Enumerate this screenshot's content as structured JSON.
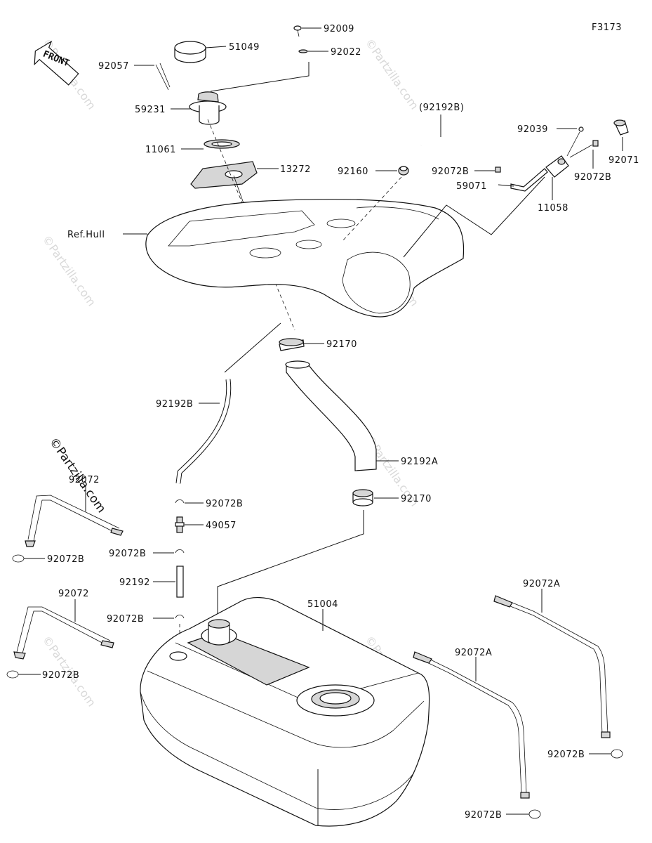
{
  "figure_code": "F3173",
  "front_label": "FRONT",
  "ref_label": "Ref.Hull",
  "watermark": "©Partzilla.com",
  "parts": [
    {
      "key": "92009",
      "label": "92009"
    },
    {
      "key": "51049",
      "label": "51049"
    },
    {
      "key": "92022",
      "label": "92022"
    },
    {
      "key": "92057",
      "label": "92057"
    },
    {
      "key": "59231",
      "label": "59231"
    },
    {
      "key": "11061",
      "label": "11061"
    },
    {
      "key": "13272",
      "label": "13272"
    },
    {
      "key": "92192B_paren",
      "label": "(92192B)"
    },
    {
      "key": "92039",
      "label": "92039"
    },
    {
      "key": "92071",
      "label": "92071"
    },
    {
      "key": "92160",
      "label": "92160"
    },
    {
      "key": "92072B_top",
      "label": "92072B"
    },
    {
      "key": "92072B_right",
      "label": "92072B"
    },
    {
      "key": "59071",
      "label": "59071"
    },
    {
      "key": "11058",
      "label": "11058"
    },
    {
      "key": "92170_top",
      "label": "92170"
    },
    {
      "key": "92192B",
      "label": "92192B"
    },
    {
      "key": "92192A",
      "label": "92192A"
    },
    {
      "key": "92072B_a",
      "label": "92072B"
    },
    {
      "key": "49057",
      "label": "49057"
    },
    {
      "key": "92170_bot",
      "label": "92170"
    },
    {
      "key": "92072B_b",
      "label": "92072B"
    },
    {
      "key": "92192",
      "label": "92192"
    },
    {
      "key": "92072B_c",
      "label": "92072B"
    },
    {
      "key": "51004",
      "label": "51004"
    },
    {
      "key": "92072_upper",
      "label": "92072"
    },
    {
      "key": "92072B_lu",
      "label": "92072B"
    },
    {
      "key": "92072_lower",
      "label": "92072"
    },
    {
      "key": "92072B_ll",
      "label": "92072B"
    },
    {
      "key": "92072A_right",
      "label": "92072A"
    },
    {
      "key": "92072A_mid",
      "label": "92072A"
    },
    {
      "key": "92072B_r1",
      "label": "92072B"
    },
    {
      "key": "92072B_r2",
      "label": "92072B"
    }
  ]
}
